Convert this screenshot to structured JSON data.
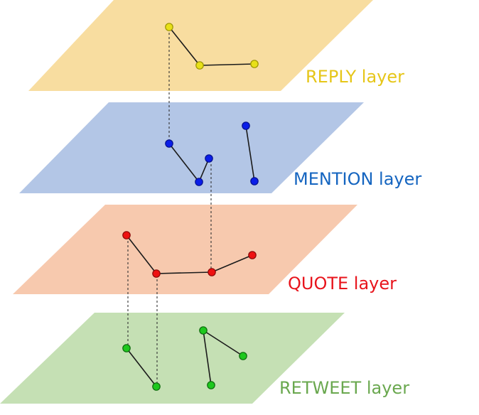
{
  "layers": [
    {
      "id": "reply",
      "label": "REPLY layer",
      "fill": "#f8dda0",
      "label_color": "#e6c619",
      "node_fill": "#e8e018",
      "node_stroke": "#9a9400"
    },
    {
      "id": "mention",
      "label": "MENTION layer",
      "fill": "#b3c6e6",
      "label_color": "#1565c0",
      "node_fill": "#0a1ee8",
      "node_stroke": "#05108a"
    },
    {
      "id": "quote",
      "label": "QUOTE layer",
      "fill": "#f7c9ae",
      "label_color": "#e8141c",
      "node_fill": "#ee1111",
      "node_stroke": "#8a0808"
    },
    {
      "id": "retweet",
      "label": "RETWEET layer",
      "fill": "#c5e0b4",
      "label_color": "#6aa84f",
      "node_fill": "#1ec81e",
      "node_stroke": "#0c6a0c"
    }
  ],
  "nodes_per_layer": {
    "reply": 3,
    "mention": 5,
    "quote": 4,
    "retweet": 5
  },
  "intra_layer_edges_per_layer": {
    "reply": 2,
    "mention": 3,
    "quote": 3,
    "retweet": 3
  },
  "inter_layer_links": 4
}
